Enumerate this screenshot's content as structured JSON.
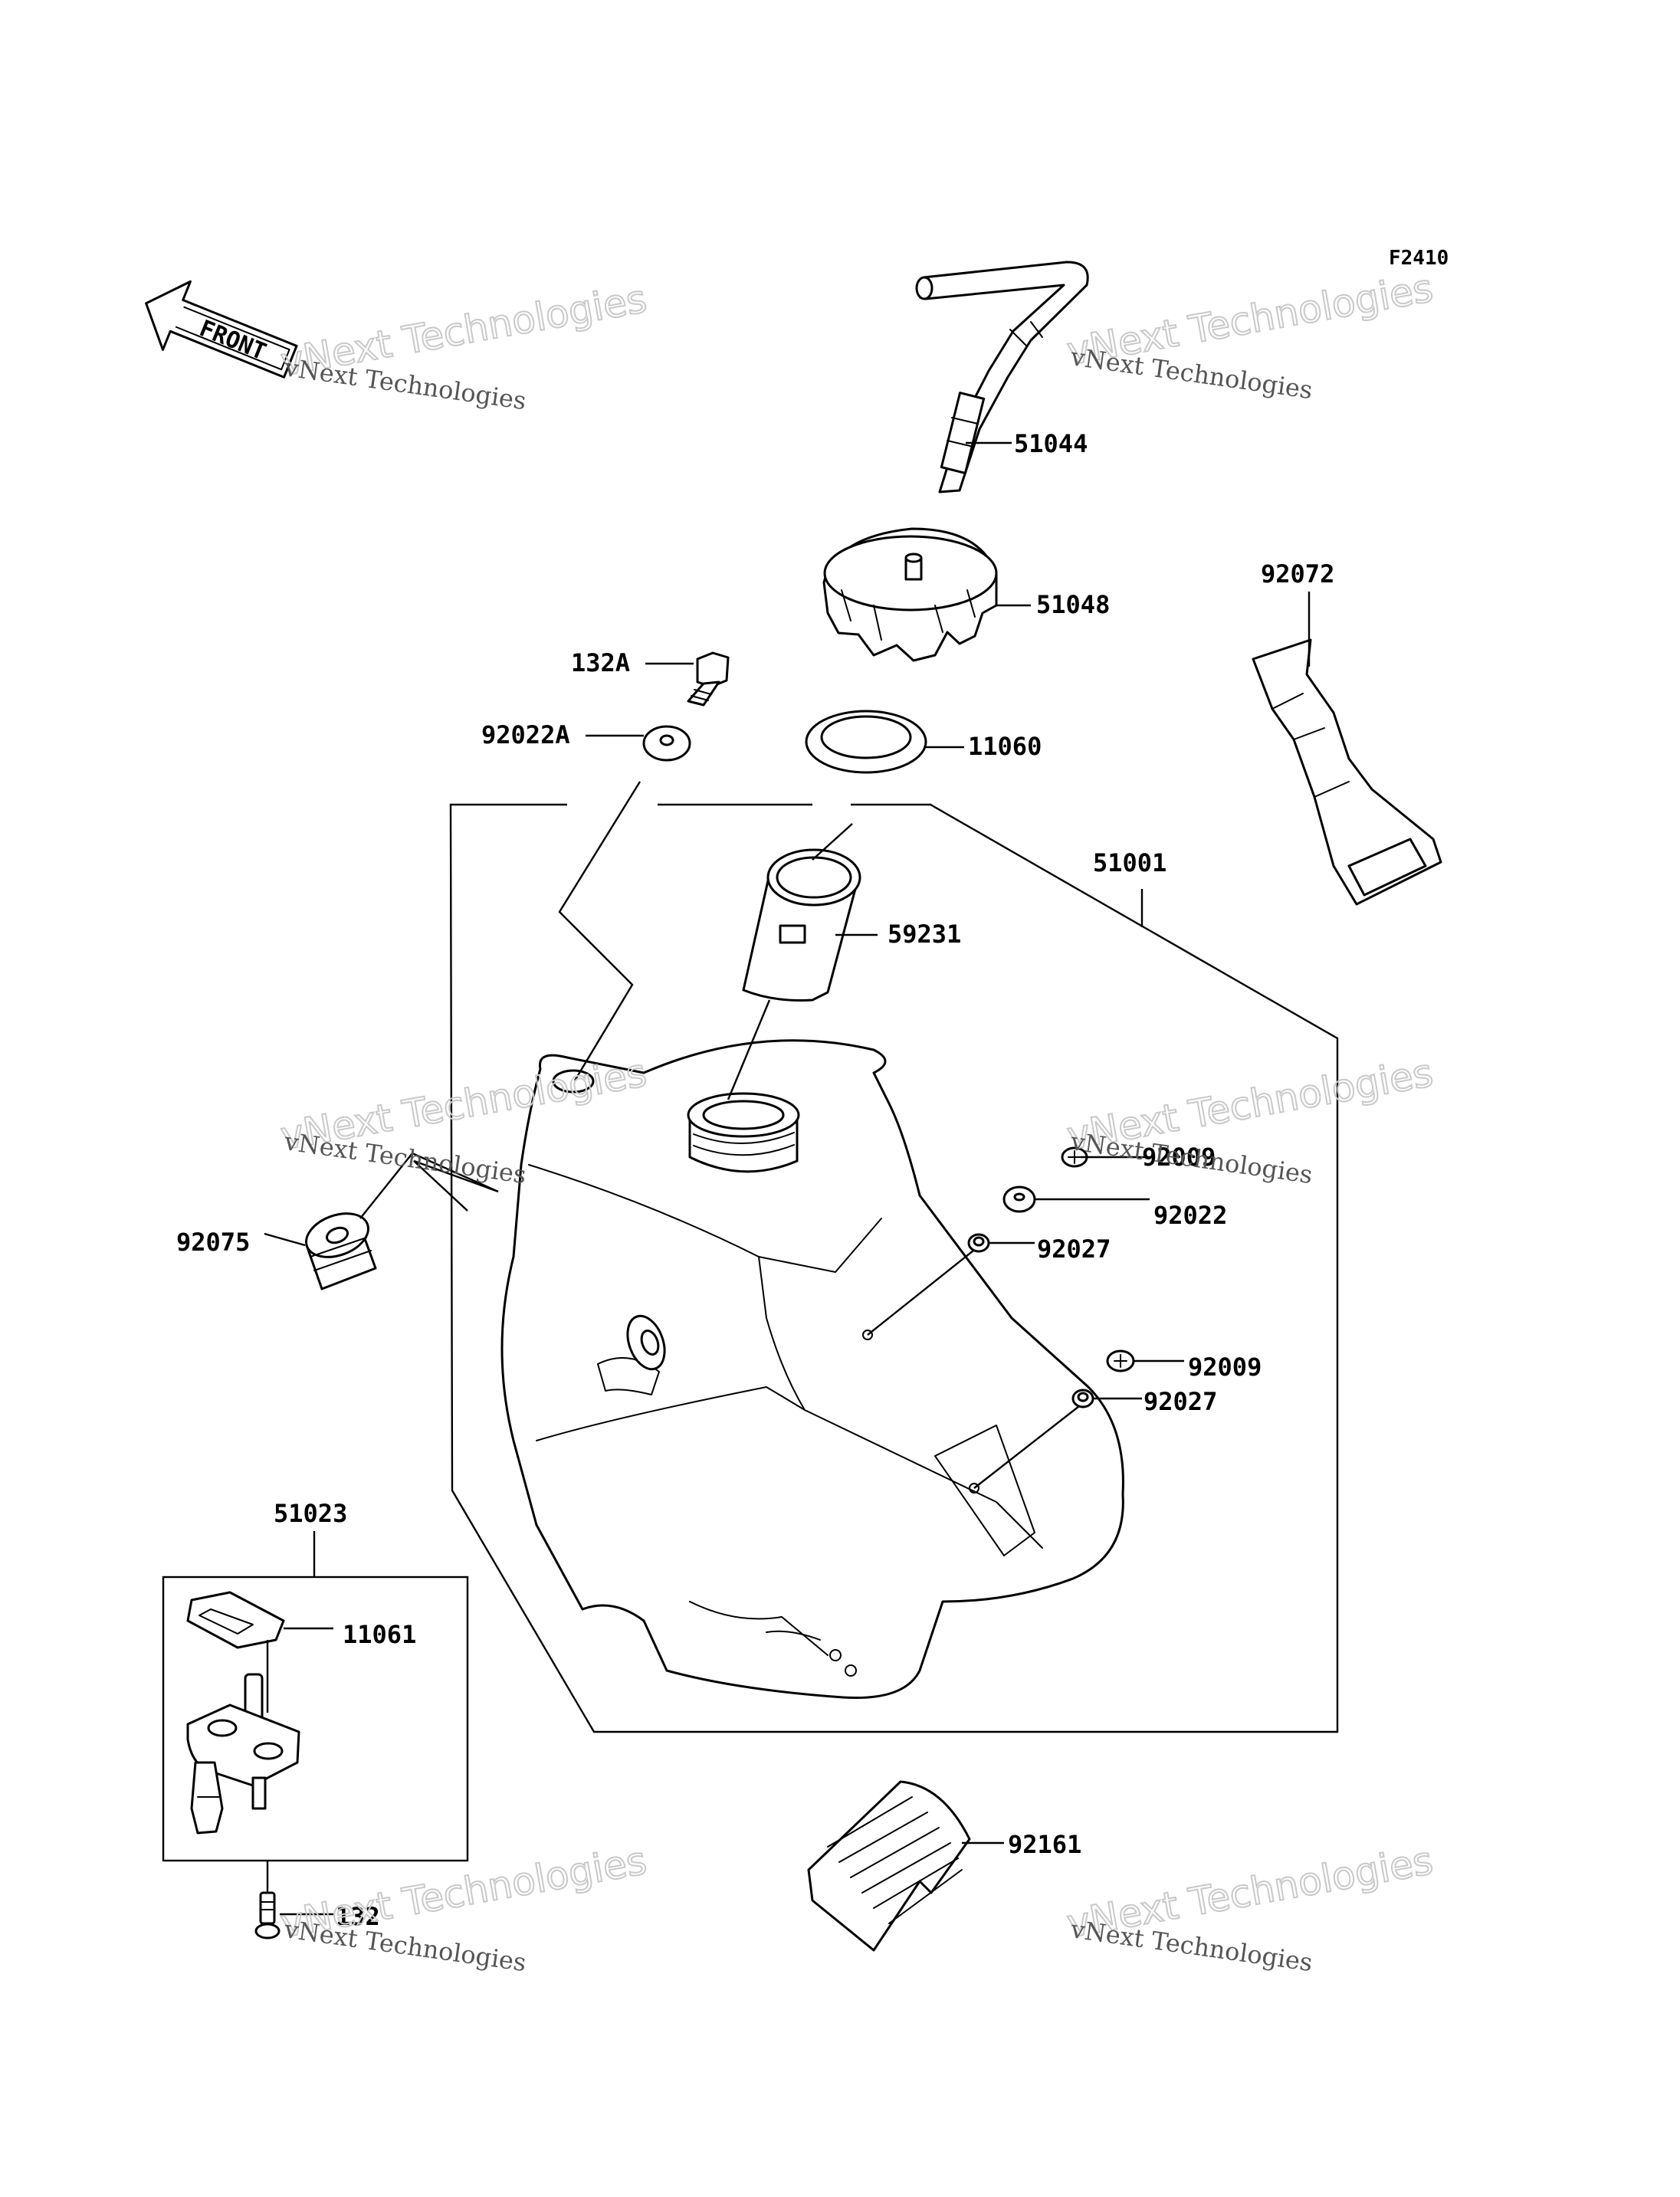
{
  "diagram_code": "F2410",
  "front_label": "FRONT",
  "watermark": {
    "line1": "vNext Technologies",
    "line2": "vNext Technologies"
  },
  "callouts": {
    "p51044": "51044",
    "p51048": "51048",
    "p92072": "92072",
    "p132A": "132A",
    "p92022A": "92022A",
    "p11060": "11060",
    "p51001": "51001",
    "p59231": "59231",
    "p92009a": "92009",
    "p92022": "92022",
    "p92027a": "92027",
    "p92075": "92075",
    "p92009b": "92009",
    "p92027b": "92027",
    "p51023": "51023",
    "p11061": "11061",
    "p92161": "92161",
    "p132": "132"
  }
}
